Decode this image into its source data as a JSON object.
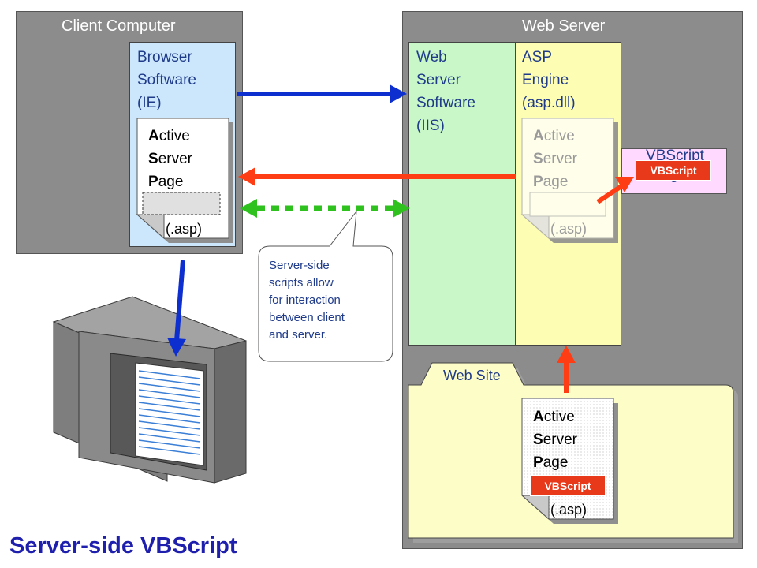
{
  "client": {
    "title": "Client Computer"
  },
  "server": {
    "title": "Web Server"
  },
  "browser": {
    "lines": [
      "Browser",
      "Software",
      "(IE)"
    ]
  },
  "web_server_software": {
    "lines": [
      "Web",
      "Server",
      "Software",
      "(IIS)"
    ]
  },
  "asp_engine": {
    "lines": [
      "ASP",
      "Engine",
      "(asp.dll)"
    ]
  },
  "vbscript_engine": {
    "lines": [
      "VBScript",
      "Engine"
    ]
  },
  "asp_doc": {
    "line1_initial": "A",
    "line1_rest": "ctive",
    "line2_initial": "S",
    "line2_rest": "erver",
    "line3_initial": "P",
    "line3_rest": "age",
    "extension": "(.asp)"
  },
  "vbscript_tag": "VBScript",
  "web_site": {
    "title": "Web Site"
  },
  "callout": {
    "lines": [
      "Server-side",
      "scripts allow",
      "for interaction",
      "between client",
      "and server."
    ]
  },
  "page_title": "Server-side VBScript",
  "colors": {
    "arrow_request": "#0d2fcf",
    "arrow_response": "#ff3d14",
    "arrow_interaction": "#2fc21f",
    "arrow_render": "#0d2fcf"
  }
}
